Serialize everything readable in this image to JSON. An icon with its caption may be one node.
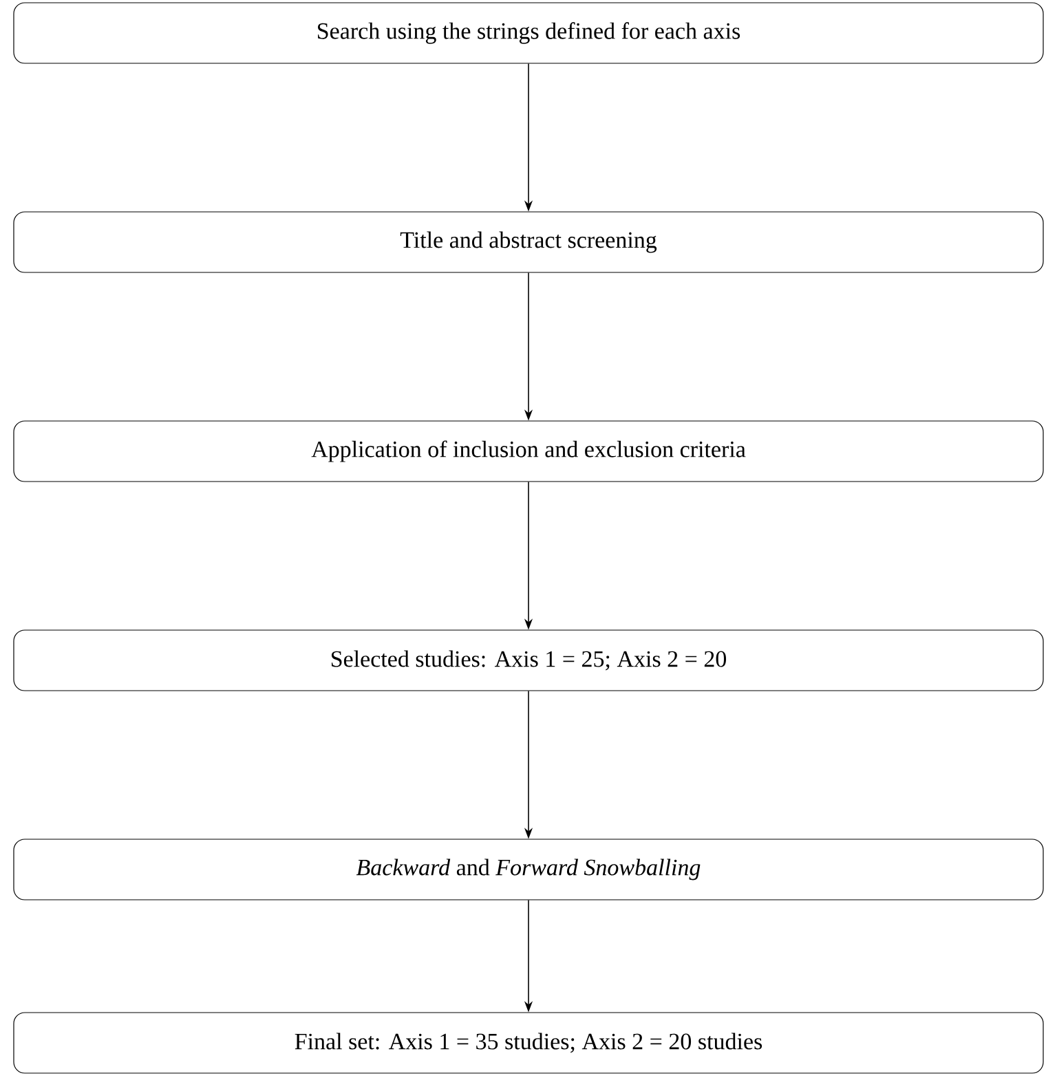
{
  "diagram": {
    "nodes": [
      {
        "text": [
          "Search using the strings defined for each axis"
        ]
      },
      {
        "text": [
          "Title and abstract screening"
        ]
      },
      {
        "text": [
          "Application of inclusion and exclusion criteria"
        ]
      },
      {
        "text": [
          "Selected studies: Axis 1 = 25; Axis 2 = 20"
        ]
      },
      {
        "text": [
          "*Backward* and *Forward Snowballing*"
        ]
      },
      {
        "text": [
          "Final set: Axis 1 = 35 studies; Axis 2 = 20 studies"
        ]
      }
    ],
    "edges": [
      {
        "from": 0,
        "to": 1,
        "arrow": "to"
      },
      {
        "from": 1,
        "to": 2,
        "arrow": "to"
      },
      {
        "from": 2,
        "to": 3,
        "arrow": "to"
      },
      {
        "from": 3,
        "to": 4,
        "arrow": "to"
      },
      {
        "from": 4,
        "to": 5,
        "arrow": "to"
      }
    ]
  }
}
